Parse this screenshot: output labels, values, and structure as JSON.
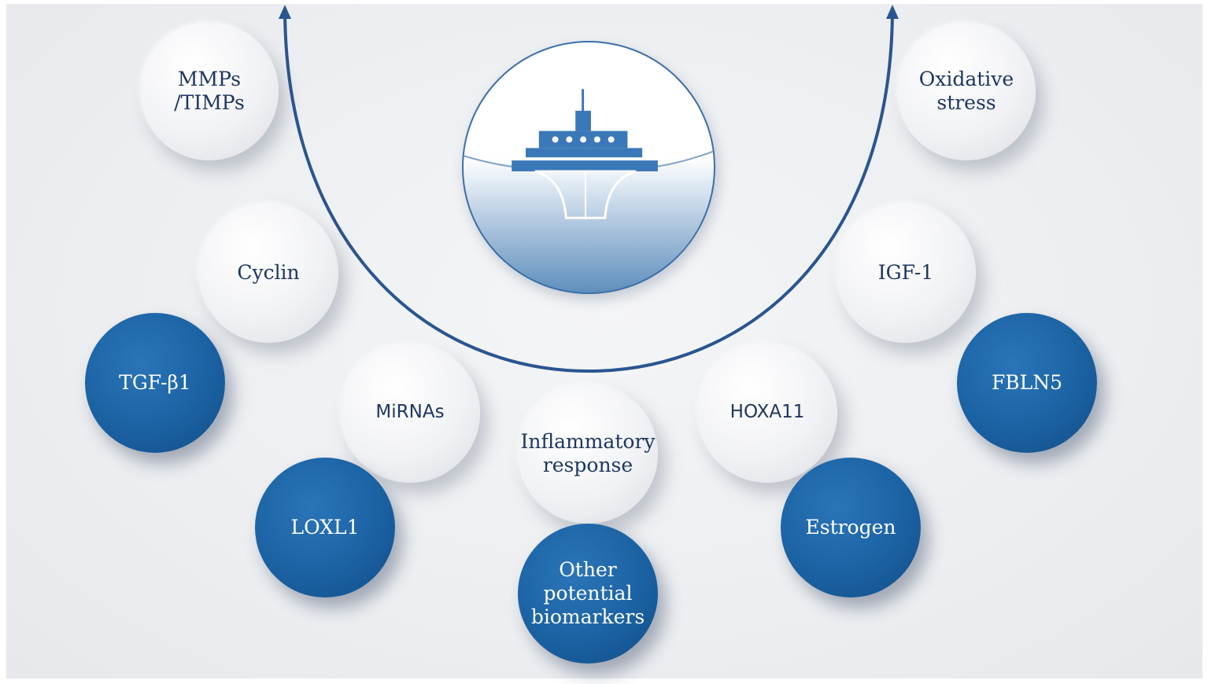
{
  "colors": {
    "arc": "#2a5590",
    "dark_bubble": "#1b62a3",
    "light_text": "#1e3660",
    "dark_text": "#ffffff",
    "icon_blue": "#3a78b8"
  },
  "center_icon": "pelvic-floor-support-icon",
  "bubbles": {
    "mmps": "MMPs\n/TIMPs",
    "oxidative": "Oxidative\nstress",
    "cyclin": "Cyclin",
    "igf1": "IGF-1",
    "tgfb1": "TGF-β1",
    "fbln5": "FBLN5",
    "mirnas": "MiRNAs",
    "inflammatory": "Inflammatory\nresponse",
    "hoxa11": "HOXA11",
    "loxl1": "LOXL1",
    "estrogen": "Estrogen",
    "other": "Other\npotential\nbiomarkers"
  }
}
